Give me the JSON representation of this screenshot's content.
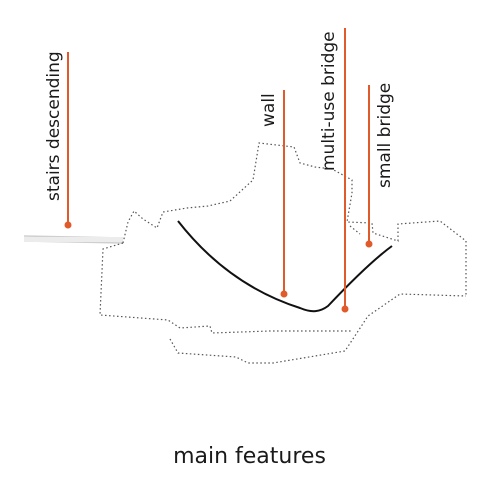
{
  "caption": "main features",
  "colors": {
    "marker": "#e05a2b",
    "boundary": "#555555",
    "wall": "#111111",
    "stairs": "#d0d0d0"
  },
  "features": [
    {
      "id": "stairs",
      "label": "stairs descending"
    },
    {
      "id": "wall",
      "label": "wall"
    },
    {
      "id": "multi-use-bridge",
      "label": "multi-use bridge"
    },
    {
      "id": "small-bridge",
      "label": "small bridge"
    }
  ]
}
